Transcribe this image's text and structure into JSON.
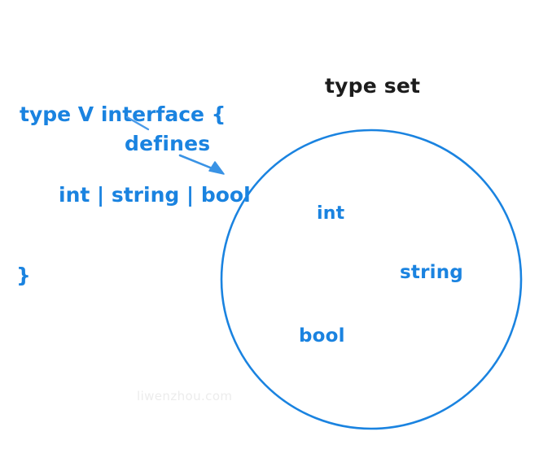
{
  "diagram": {
    "title_label": "type set",
    "watermark": "liwenzhou.com",
    "accent_color": "#1a83e0",
    "text_color": "#1c1c1c",
    "watermark_color": "#ececec",
    "background_color": "#ffffff"
  },
  "code": {
    "line1": "type V interface {",
    "line2": "int | string | bool",
    "line3": "}"
  },
  "annotation": {
    "defines_label": "defines"
  },
  "type_set": {
    "members": [
      {
        "label": "int"
      },
      {
        "label": "string"
      },
      {
        "label": "bool"
      }
    ]
  }
}
